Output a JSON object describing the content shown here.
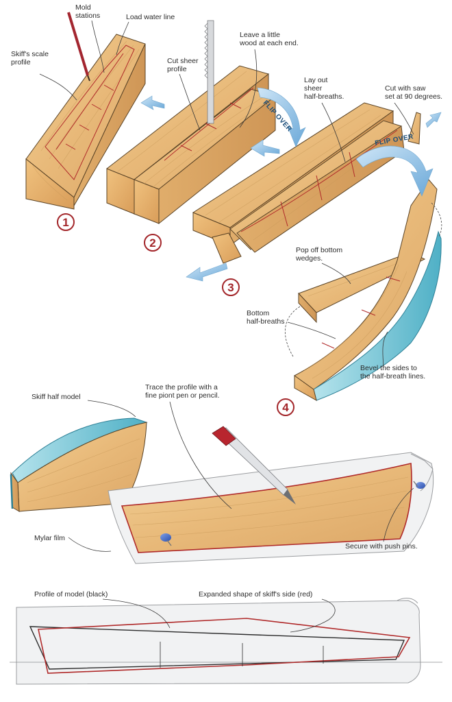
{
  "labels": {
    "mold_stations": [
      "Mold",
      "stations"
    ],
    "load_water_line": "Load water line",
    "skiff_scale_profile": [
      "Skiff's scale",
      "profile"
    ],
    "cut_sheer_profile": [
      "Cut sheer",
      "profile"
    ],
    "leave_wood": [
      "Leave a little",
      "wood at each end."
    ],
    "lay_out_sheer": [
      "Lay out",
      "sheer",
      "half-breaths."
    ],
    "cut_with_saw": [
      "Cut with saw",
      "set at 90 degrees."
    ],
    "pop_off": [
      "Pop off bottom",
      "wedges."
    ],
    "bottom_half_breaths": [
      "Bottom",
      "half-breaths"
    ],
    "bevel_sides": [
      "Bevel the sides to",
      "the half-breath lines."
    ],
    "skiff_half_model": "Skiff half model",
    "trace_profile": [
      "Trace the profile with a",
      "fine piont pen or pencil."
    ],
    "mylar_film": "Mylar film",
    "secure_pins": "Secure with push pins.",
    "profile_of_model": "Profile of model  (black)",
    "expanded_shape": "Expanded shape of skiff's side  (red)"
  },
  "flip_over": [
    "FLIP OVER",
    "FLIP OVER"
  ],
  "steps": [
    "1",
    "2",
    "3",
    "4"
  ],
  "colors": {
    "step_red": "#a3262a",
    "wood": "#e6b877",
    "arrow_blue": "#8cc0e6",
    "cyan_bevel": "#7fcad8",
    "trace_red": "#b02a2a"
  }
}
